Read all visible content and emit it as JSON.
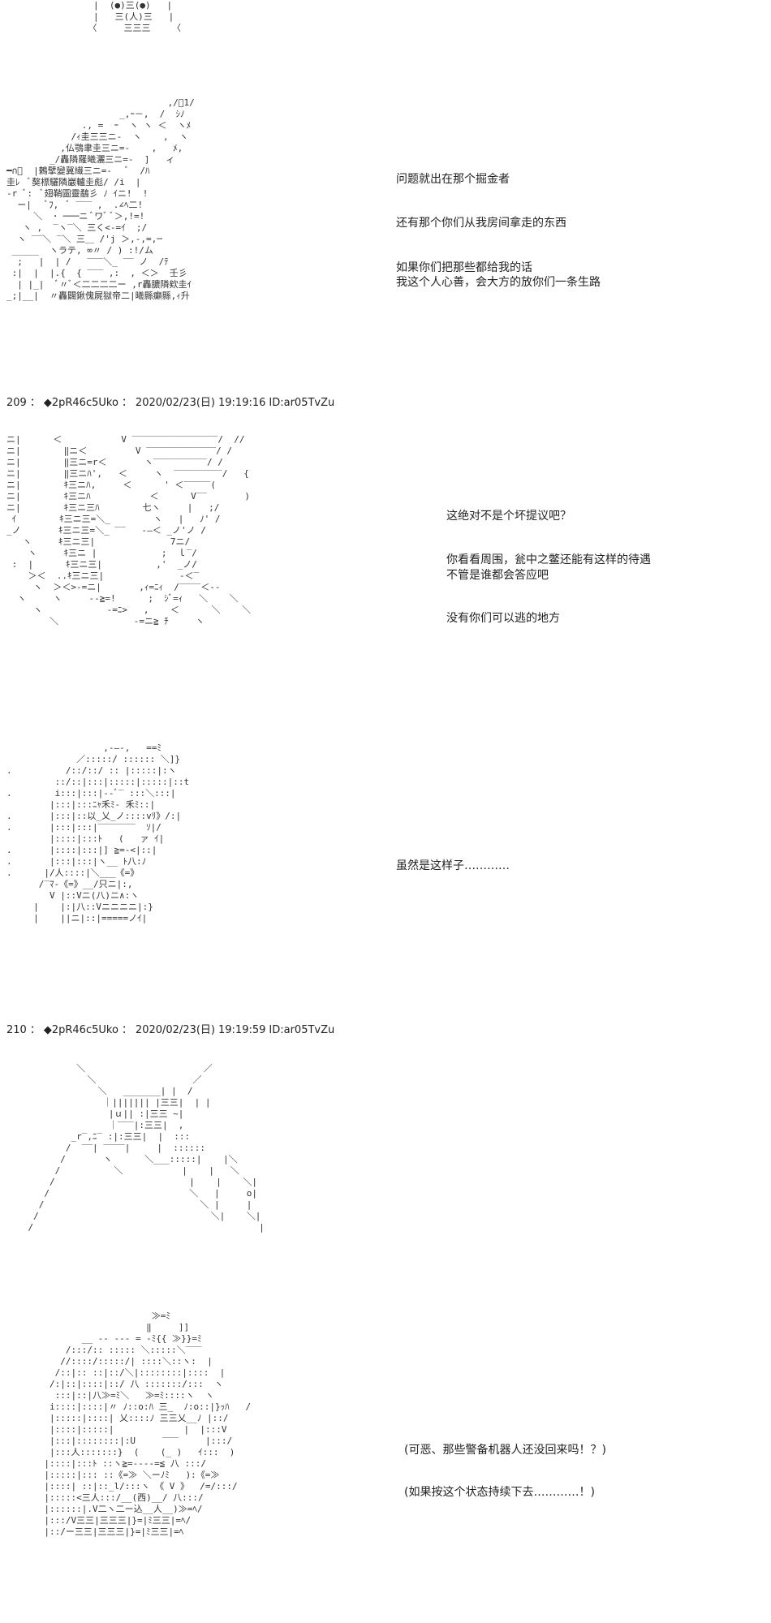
{
  "scene1": {
    "art_top": "        |  (●)三(●)   |\n        |   三(人)三   |\n       〈     三三三    〈",
    "art": "                              ,/ﾞ1/\n                     _,ｰ－,  /  ｼﾉ\n              ., =  ｰ  ヽ ヽ ＜  ヽﾒ\n            /ｨ圭三三ニ-  ヽ    ,  ヽ\n          ,仏鶚聿圭三ニ=-    ,   ﾒ,\n        _/轟隣羅曦灑三ニ=-  ]   ィ\n━∩ﾞ  |鶫擘變冀繊三ニ=-   ﾞ  /ﾊ\n圭ﾚ  ﾞ獒標驪隣巖轤圭彪/ /i  |\n-r ﾞ:  ﾞ翅鞘圖靈鷸彡 ﾉ ｲニ!  !\n  ー|   ﾞﾌ,  ﾞ ‾‾‾ ,  .∠ﾍ二!\n     ＼  ･ ───ニ ﾞワﾞ ﾞ＞,!=!\n   ヽ ,  ‾ヽ‾＼ 三く<-=ｲ  ;/\n  ヽ ‾‾＼ ‾＼ 三＿ /'j ＞,-,=,─\n _____  ヽラテ, ∞〃 / ) :!/ム\n  ;   |  | /   ‾‾‾＼_ ‾‾ ノ  /ﾃ\n :|  |  |.{  { ‾‾‾ ,:  , ＜＞  壬彡\n  | |_|  ﾞ〃ﾞ＜二二二二ー ,r轟膿隣欸圭ｲ\n_;|__|  〃轟闢鍬傀屍獄帝二|曦縣癲縣,ｨ升",
    "lines": [
      "问题就出在那个掘金者",
      "还有那个你们从我房间拿走的东西",
      "如果你们把那些都给我的话",
      "我这个人心善，会大方的放你们一条生路"
    ]
  },
  "post209": {
    "num": "209",
    "sep": "：",
    "name": "◆2pR46c5Uko",
    "sep2": "：",
    "date": "2020/02/23(日)",
    "time": "19:19:16",
    "id": "ID:ar05TvZu"
  },
  "scene2": {
    "art": "ニ|      ＜           V ‾‾‾‾‾‾‾‾‾‾‾‾‾‾‾‾/  //\nニ|        ‖ニ＜         V ‾‾‾‾‾‾‾‾‾‾‾‾‾/ /\nニ|        ‖三ニ=r＜       ヽ‾‾‾‾‾‾‾‾‾‾/ /\nニ|        ‖三ニﾊ',   ＜     ヽ  ‾‾‾‾‾‾‾‾‾/   {\nニ|        ｷ三ニﾊ,     ＜      ' ＜‾‾‾‾‾(\nニ|        ｷ三ニﾊ           ＜      V‾‾       )\nニ|        ｷ三ニ三ﾊ        七ヽ     |   ;/ \n ｲ        ｷ三ニ三=＼_        ヽ   |   ﾉ' /\n_ノ       ｷ三ニ三=＼_ ‾‾   -—＜ _ノ'ノ /\n   ヽ     ｷ三ニ三|              7ニ/\n    ヽ     ｷ三ニ |            ;  ｌ‾/\n :  |      ｷ三ニ三|          ,'  _ノ/\n    ＞＜  ..ｷ三ニ三|              -＜‾\n     ヽ  ＞＜>-=ニ|       ,ｨ=ﾆｨ  /‾‾‾‾＜--\n  ヽ     ヽ     --≧=!      ;  ｼﾞ=ｨ   ＼    ＼\n     ヽ            -=ﾆ>   ,    ＜      ＼    ＼\n        ＼              -=ニ≧ ﾁ     ヽ",
    "lines": [
      "这绝对不是个坏提议吧？",
      "你看看周围，瓮中之鳖还能有这样的待遇",
      "不管是谁都会答应吧",
      "没有你们可以逃的地方"
    ]
  },
  "scene3": {
    "art": "                  ,-—-,   ==ﾐ\n             ／:::::/ :::::: ＼]}\n.          /::/::/ :: |:::::|:ヽ\n         ::/::|:::|:::::|:::::|::t\n.        i:::|:::|--ﾞ‾ :::＼:::|\n        |:::|:::ﾆｬ禾ﾐ- 禾ﾐ::|\n.       |:::|::以_乂_ノ::::vﾘ》/:|\n.       |:::|:::|‾‾‾‾‾‾‾  ｿ|/\n        |::::|:::ﾄ   (   ァ ｲ|\n.       |::::|:::|] ≧=-<|::|\n.       |:::|:::|ヽ__ ﾄ八:ﾉ\n.      |/人::::|＼___《=》\n      /‾ﾏ-《=》__/只ニ|:,\n        V |::Vニ(八)ニ∧:ヽ\n     |    |:|八::Vニニニニ|:}\n     |    ||ニ|::|=====ノｲ|",
    "line": "虽然是这样子…………"
  },
  "post210": {
    "num": "210",
    "sep": "：",
    "name": "◆2pR46c5Uko",
    "sep2": "：",
    "date": "2020/02/23(日)",
    "time": "19:19:59",
    "id": "ID:ar05TvZu"
  },
  "scene4": {
    "art": "             ＼                      ／\n               ＼                  ／\n                 ＼   _______| |  /\n                  ｜||||||| |三三|  | |\n                   |ｕ|| :|三三 ~|\n                   ｜‾‾‾|:三三|  ,\n            _r‾,ﾆ‾ :|:三三|  |  :::\n           /  ‾‾| ‾‾‾‾|     |  ::::::\n          /       ヽ      ＼___:::::|    |＼\n         /          ＼           |    |   ＼\n        /                         |    |    ＼|\n       /                          ＼   |     o|\n      /                             ＼ |     |\n     /                                ＼|    ＼|\n    /                                          |",
    "art2": "                           ≫=ﾐ\n                          ‖     ]]\n              __ -- --- = -ﾐ{{ ≫}}=ﾐ\n           /:::/:: ::::: ＼:::::＼‾‾‾\n          //::::/:::::/| ::::＼::ヽ:  |\n         /::|:: ::|::/＼|::::::::|::::  |\n        /:|::|::::|::/ 八 :::::::/:::  ヽ\n         :::|::|八≫=ﾐ＼   ≫=ﾐ::::ヽ  ヽ\n        i::::|::::|〃 ﾉ::o:ﾊ 三_  ﾉ:o::|}ｯﾊ   /\n        |:::::|::::| 乂::::ﾉ 三三乂__ﾉ |::/\n        |::::|:::::|             |  |:::V\n        |:::|::::::::|:U     ‾‾‾     |:::/\n        |:::人:::::::}  (    (_ )   ｲ:::  )\n       |::::|:::ﾄ ::ヽ≧=----=≦ 八 :::/\n       |:::::|::: ::《=≫ ＼ーﾉﾐ   ):《=≫\n       |::::| ::|::_l/:::ヽ 《 V 》  /=/:::/\n       |:::::<三人:::/__(西)__/ 八:::/\n       |::::::|.V二ヽ二ー込__人__)≫=ﾍ/\n       |:::/V三三|三三三|}=|ﾐ三三|=ﾍ/\n       |::/ー三三|三三三|}=|ﾐ三三|=ﾍ",
    "lines": [
      "(可恶、那些警备机器人还没回来吗！？)",
      "(如果按这个状态持续下去…………！)"
    ]
  }
}
